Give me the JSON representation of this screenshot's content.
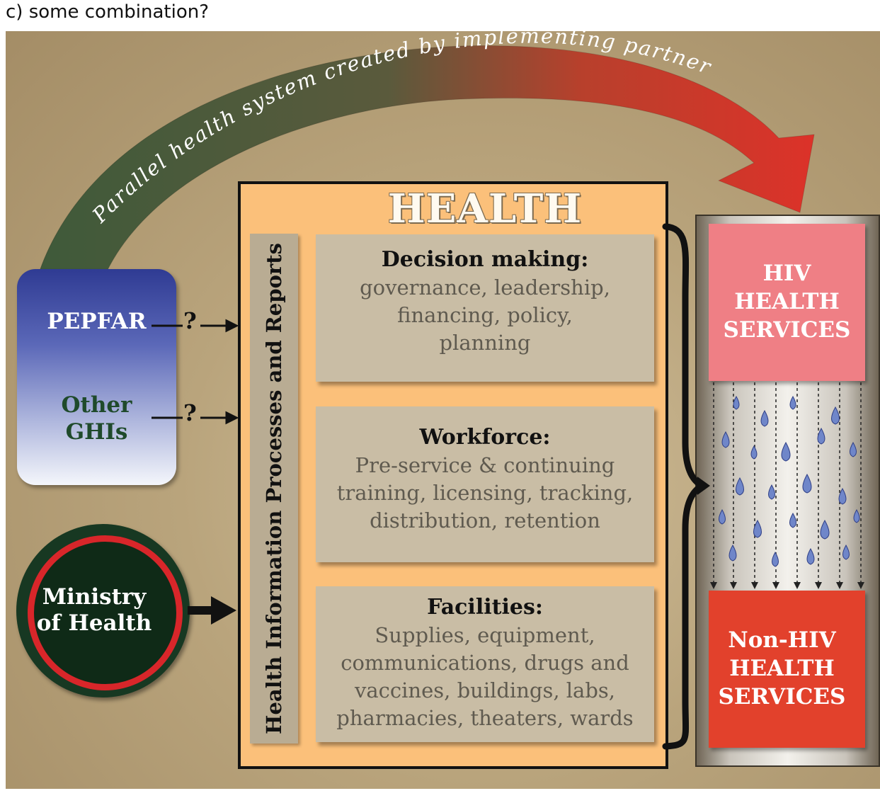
{
  "heading": "c) some combination?",
  "arc_label": "Parallel health system created by implementing partners",
  "sources": {
    "pepfar": "PEPFAR",
    "other_ghis_line1": "Other",
    "other_ghis_line2": "GHIs",
    "question_mark": "?",
    "ministry_line1": "Ministry",
    "ministry_line2": "of Health"
  },
  "health_system": {
    "title": "HEALTH SYSTEM",
    "side_label": "Health Information Processes and Reports",
    "panels": [
      {
        "heading": "Decision making:",
        "lines": [
          "governance, leadership,",
          "financing, policy,",
          "planning"
        ]
      },
      {
        "heading": "Workforce:",
        "lines": [
          "Pre-service & continuing",
          "training, licensing, tracking,",
          "distribution, retention"
        ]
      },
      {
        "heading": "Facilities:",
        "lines": [
          "Supplies, equipment,",
          "communications, drugs and",
          "vaccines, buildings, labs,",
          "pharmacies, theaters, wards"
        ]
      }
    ]
  },
  "services": {
    "hiv": [
      "HIV",
      "HEALTH",
      "SERVICES"
    ],
    "non_hiv": [
      "Non-HIV",
      "HEALTH",
      "SERVICES"
    ]
  },
  "colors": {
    "arc_start": "#3f5a3a",
    "arc_end": "#d9322a",
    "hiv": "#ef7f85",
    "non_hiv": "#e2412c",
    "health_system_fill": "#fbc07a"
  }
}
